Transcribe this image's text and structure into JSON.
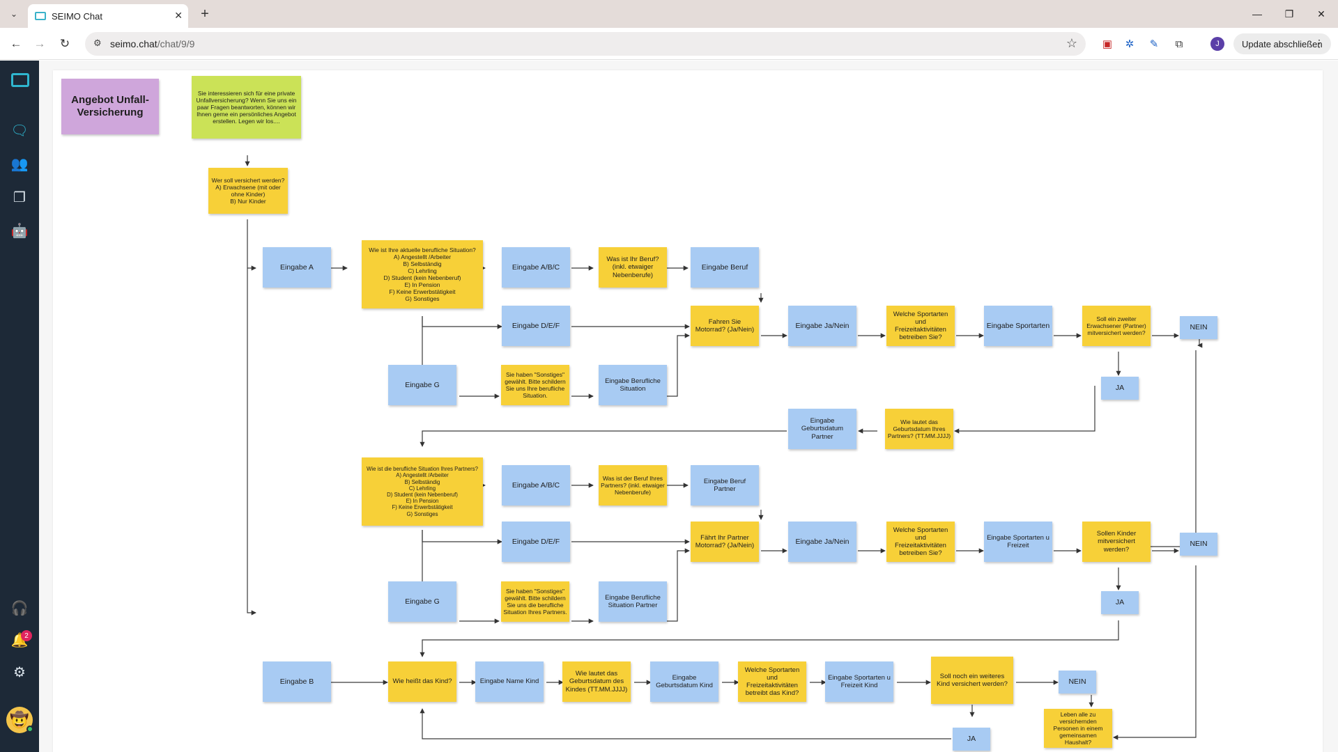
{
  "browser": {
    "tab_title": "SEIMO Chat",
    "url_host": "seimo.chat",
    "url_path": "/chat/9/9",
    "update_label": "Update abschließen",
    "profile_initial": "J"
  },
  "sidebar": {
    "notification_count": "2"
  },
  "flowchart": {
    "title": "Angebot Unfall-\nVersicherung",
    "intro": "Sie interessieren sich für eine private Unfallversicherung? Wenn Sie uns ein paar Fragen beantworten, können wir Ihnen gerne ein persönliches Angebot erstellen. Legen wir los....",
    "q_who": "Wer soll versichert werden?\nA) Erwachsene (mit oder ohne Kinder)\nB) Nur Kinder",
    "eingabe_a": "Eingabe A",
    "q_job": "Wie ist Ihre aktuelle berufliche Situation?\nA) Angestellt /Arbeiter\nB) Selbständig\nC) Lehrling\nD) Student (kein Nebenberuf)\nE) In Pension\nF) Keine Erwerbstätigkeit\nG) Sonstiges",
    "eingabe_abc": "Eingabe A/B/C",
    "q_beruf": "Was ist Ihr Beruf?\n(inkl. etwaiger Nebenberufe)",
    "eingabe_beruf": "Eingabe Beruf",
    "eingabe_def": "Eingabe D/E/F",
    "q_motorrad": "Fahren Sie Motorrad? (Ja/Nein)",
    "eingabe_janein": "Eingabe Ja/Nein",
    "q_sport": "Welche Sportarten und Freizeitaktivitäten betreiben Sie?",
    "eingabe_sport": "Eingabe Sportarten",
    "q_zweiter": "Soll ein zweiter Erwachsener (Partner) mitversichert werden?",
    "nein_1": "NEIN",
    "ja_1": "JA",
    "eingabe_g": "Eingabe G",
    "q_sonstiges": "Sie haben \"Sonstiges\" gewählt. Bitte schildern Sie uns Ihre berufliche Situation.",
    "eingabe_ber_sit": "Eingabe Berufliche Situation",
    "eingabe_geb_partner": "Eingabe Geburtsdatum Partner",
    "q_geb_partner": "Wie lautet das Geburtsdatum Ihres Partners? (TT.MM.JJJJ)",
    "q_job_partner": "Wie ist die berufliche Situation Ihres Partners?\nA) Angestellt /Arbeiter\nB) Selbständig\nC) Lehrling\nD) Student (kein Nebenberuf)\nE) In Pension\nF) Keine Erwerbstätigkeit\nG) Sonstiges",
    "eingabe_abc_2": "Eingabe A/B/C",
    "q_beruf_partner": "Was ist der Beruf Ihres Partners? (inkl. etwaiger Nebenberufe)",
    "eingabe_beruf_partner": "Eingabe Beruf Partner",
    "eingabe_def_2": "Eingabe D/E/F",
    "q_motorrad_partner": "Fährt Ihr Partner Motorrad? (Ja/Nein)",
    "eingabe_janein_2": "Eingabe Ja/Nein",
    "q_sport_2": "Welche Sportarten und Freizeitaktivitäten betreiben Sie?",
    "eingabe_sport_freizeit": "Eingabe Sportarten u Freizeit",
    "q_kinder": "Sollen Kinder mitversichert werden?",
    "nein_2": "NEIN",
    "ja_2": "JA",
    "eingabe_g_2": "Eingabe G",
    "q_sonstiges_partner": "Sie haben \"Sonstiges\" gewählt. Bitte schildern Sie uns die berufliche Situation Ihres Partners.",
    "eingabe_ber_sit_partner": "Eingabe Berufliche Situation Partner",
    "eingabe_b": "Eingabe B",
    "q_kind_name": "Wie heißt das Kind?",
    "eingabe_name_kind": "Eingabe Name Kind",
    "q_geb_kind": "Wie lautet das Geburtsdatum des Kindes (TT.MM.JJJJ)",
    "eingabe_geb_kind": "Eingabe Geburtsdatum Kind",
    "q_sport_kind": "Welche Sportarten und Freizeitaktivitäten betreibt das Kind?",
    "eingabe_sport_kind": "Eingabe Sportarten u Freizeit Kind",
    "q_weiteres_kind": "Soll noch ein weiteres Kind versichert werden?",
    "nein_3": "NEIN",
    "ja_3": "JA",
    "q_haushalt": "Leben alle zu versichernden Personen in einem gemeinsamen Haushalt?"
  },
  "colors": {
    "blue_note": "#a8cbf3",
    "yellow_note": "#f7d038",
    "green_note": "#cbe257",
    "purple_note": "#cfa6db",
    "sidebar": "#1d2937",
    "accent": "#2fb6cf"
  }
}
